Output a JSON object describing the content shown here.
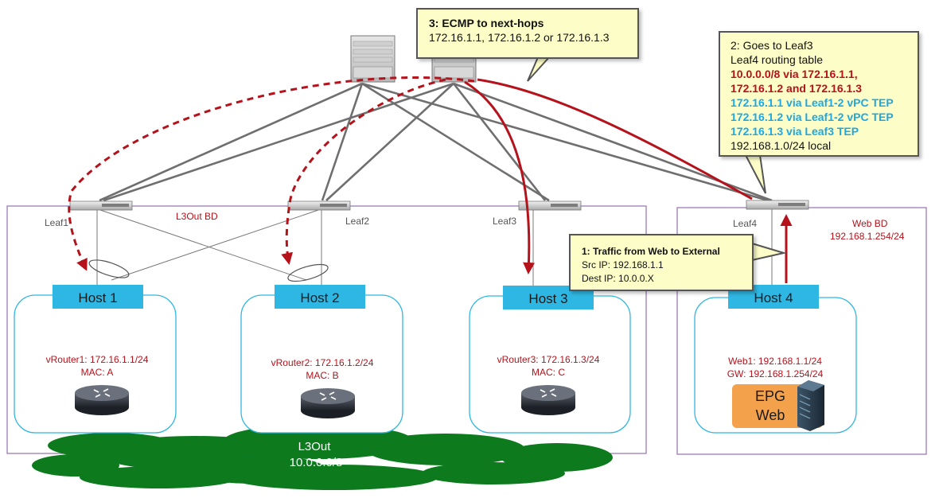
{
  "colors": {
    "red": "#b5121b",
    "cyan": "#1ea7e1",
    "host_box": "#2fb7e3",
    "purple_border": "#9b7bb8",
    "cloud_green": "#0d7a1e",
    "epg_orange": "#f4a14c"
  },
  "fabric": {
    "leaves": [
      {
        "label": "Leaf1"
      },
      {
        "label": "Leaf2"
      },
      {
        "label": "Leaf3"
      },
      {
        "label": "Leaf4"
      }
    ],
    "l3out_bd_label": "L3Out BD",
    "web_bd": {
      "name": "Web BD",
      "subnet": "192.168.1.254/24"
    }
  },
  "hosts": [
    {
      "title": "Host 1",
      "line1": "vRouter1: 172.16.1.1/24",
      "line2": "MAC: A",
      "icon": "router-icon"
    },
    {
      "title": "Host 2",
      "line1": "vRouter2: 172.16.1.2/24",
      "line2": "MAC: B",
      "icon": "router-icon"
    },
    {
      "title": "Host 3",
      "line1": "vRouter3: 172.16.1.3/24",
      "line2": "MAC: C",
      "icon": "router-icon"
    },
    {
      "title": "Host 4",
      "line1": "Web1: 192.168.1.1/24",
      "line2": "GW: 192.168.1.254/24",
      "icon": "server-icon"
    }
  ],
  "epg": {
    "line1": "EPG",
    "line2": "Web"
  },
  "l3out": {
    "name": "L3Out",
    "subnet": "10.0.0.0/8"
  },
  "callouts": {
    "ecmp": {
      "title": "3: ECMP to next-hops",
      "body": "172.16.1.1, 172.16.1.2 or 172.16.1.3"
    },
    "leaf3": {
      "title": "2: Goes to Leaf3",
      "subtitle": "Leaf4 routing table",
      "route_red_1": "10.0.0.0/8 via 172.16.1.1,",
      "route_red_2": "172.16.1.2 and 172.16.1.3",
      "route_blue_1": "172.16.1.1 via Leaf1-2 vPC TEP",
      "route_blue_2": "172.16.1.2 via Leaf1-2 vPC TEP",
      "route_blue_3": "172.16.1.3 via Leaf3 TEP",
      "route_local": "192.168.1.0/24 local"
    },
    "traffic": {
      "title": "1: Traffic from Web to External",
      "src": "Src IP: 192.168.1.1",
      "dst": "Dest IP: 10.0.0.X"
    }
  }
}
